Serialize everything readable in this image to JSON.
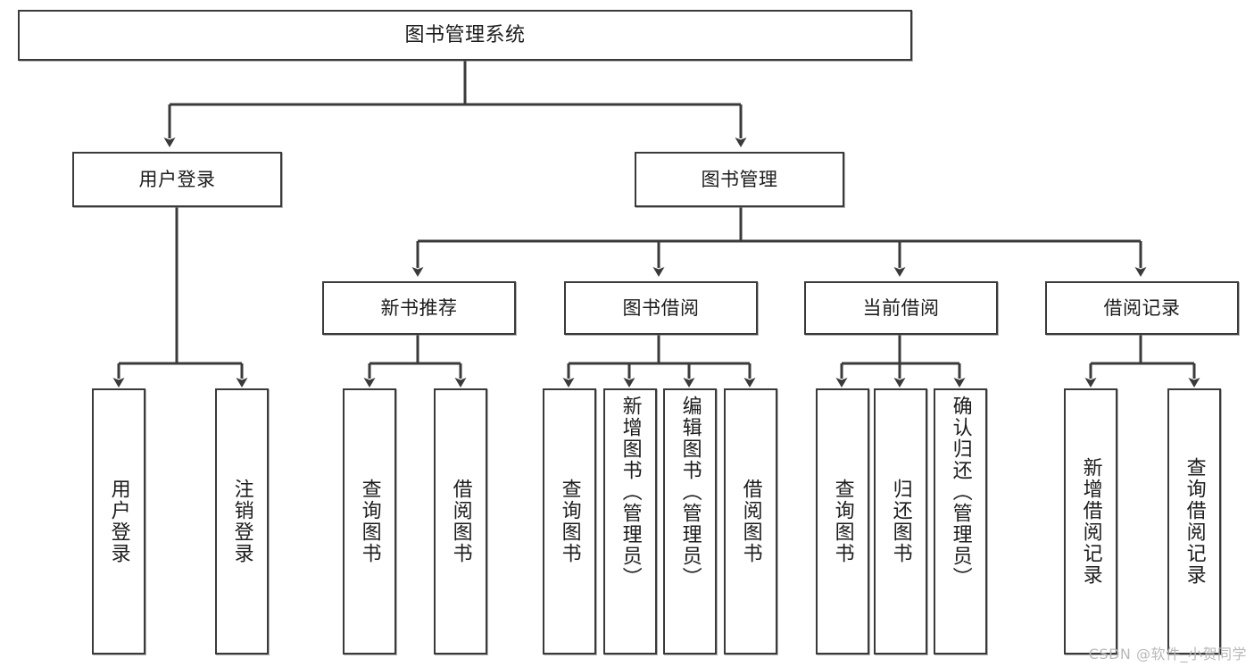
{
  "diagram": {
    "title": "图书管理系统",
    "type": "tree-hierarchy",
    "watermark": "CSDN @软件_小贺同学",
    "levels": {
      "root": {
        "label": "图书管理系统"
      },
      "level2": [
        {
          "label": "用户登录"
        },
        {
          "label": "图书管理"
        }
      ],
      "level3": [
        {
          "label": "新书推荐"
        },
        {
          "label": "图书借阅"
        },
        {
          "label": "当前借阅"
        },
        {
          "label": "借阅记录"
        }
      ]
    },
    "leaves": {
      "user_login": [
        {
          "label": "用户登录"
        },
        {
          "label": "注销登录"
        }
      ],
      "new_book_recommend": [
        {
          "label": "查询图书"
        },
        {
          "label": "借阅图书"
        }
      ],
      "book_borrow": [
        {
          "label": "查询图书"
        },
        {
          "label": "新增图书（管理员）"
        },
        {
          "label": "编辑图书（管理员）"
        },
        {
          "label": "借阅图书"
        }
      ],
      "current_borrow": [
        {
          "label": "查询图书"
        },
        {
          "label": "归还图书"
        },
        {
          "label": "确认归还（管理员）"
        }
      ],
      "borrow_record": [
        {
          "label": "新增借阅记录"
        },
        {
          "label": "查询借阅记录"
        }
      ]
    },
    "colors": {
      "stroke": "#3a3a3a",
      "fill": "#ffffff",
      "text": "#1c1c1c",
      "watermark": "#b9b9b9"
    }
  }
}
